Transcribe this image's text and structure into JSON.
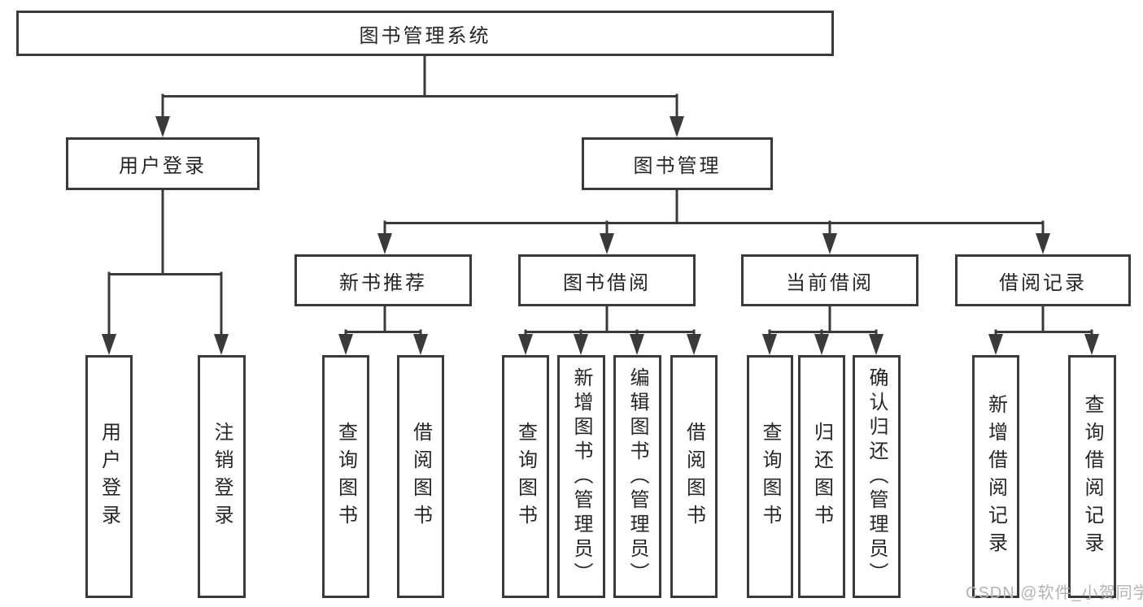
{
  "diagram": {
    "nodes": {
      "root": "图书管理系统",
      "user_login": "用户登录",
      "book_management": "图书管理",
      "new_book_recommendation": "新书推荐",
      "book_borrowing": "图书借阅",
      "current_borrowing": "当前借阅",
      "borrowing_records": "借阅记录"
    },
    "leaves": {
      "user_login": "用户登录",
      "logout_login": "注销登录",
      "query_books_1": "查询图书",
      "borrow_books_1": "借阅图书",
      "query_books_2": "查询图书",
      "add_book_admin": "新增图书（管理员）",
      "edit_book_admin": "编辑图书（管理员）",
      "borrow_books_2": "借阅图书",
      "query_books_3": "查询图书",
      "return_books": "归还图书",
      "confirm_return_admin": "确认归还（管理员）",
      "add_borrowing_record": "新增借阅记录",
      "query_borrowing_record": "查询借阅记录"
    },
    "edges": [
      [
        "nodes.root",
        "nodes.user_login"
      ],
      [
        "nodes.root",
        "nodes.book_management"
      ],
      [
        "nodes.user_login",
        "leaves.user_login"
      ],
      [
        "nodes.user_login",
        "leaves.logout_login"
      ],
      [
        "nodes.book_management",
        "nodes.new_book_recommendation"
      ],
      [
        "nodes.book_management",
        "nodes.book_borrowing"
      ],
      [
        "nodes.book_management",
        "nodes.current_borrowing"
      ],
      [
        "nodes.book_management",
        "nodes.borrowing_records"
      ],
      [
        "nodes.new_book_recommendation",
        "leaves.query_books_1"
      ],
      [
        "nodes.new_book_recommendation",
        "leaves.borrow_books_1"
      ],
      [
        "nodes.book_borrowing",
        "leaves.query_books_2"
      ],
      [
        "nodes.book_borrowing",
        "leaves.add_book_admin"
      ],
      [
        "nodes.book_borrowing",
        "leaves.edit_book_admin"
      ],
      [
        "nodes.book_borrowing",
        "leaves.borrow_books_2"
      ],
      [
        "nodes.current_borrowing",
        "leaves.query_books_3"
      ],
      [
        "nodes.current_borrowing",
        "leaves.return_books"
      ],
      [
        "nodes.current_borrowing",
        "leaves.confirm_return_admin"
      ],
      [
        "nodes.borrowing_records",
        "leaves.add_borrowing_record"
      ],
      [
        "nodes.borrowing_records",
        "leaves.query_borrowing_record"
      ]
    ],
    "watermark": "CSDN @软件_小贺同学",
    "colors": {
      "line": "#3a3a3a",
      "text": "#262626",
      "background": "#ffffff",
      "watermark": "#b4b4b4"
    }
  }
}
